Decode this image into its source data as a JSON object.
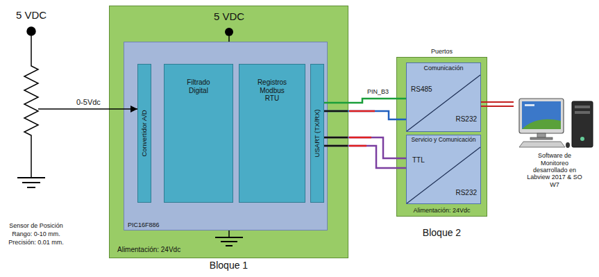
{
  "diagram": {
    "nodes": [
      {
        "text": [
          "Sensor de Posición",
          "Rango: 0-10 mm.",
          "Precisión: 0.01 mm."
        ]
      },
      {
        "text": [
          "Bloque 1",
          "Alimentación: 24Vdc"
        ]
      },
      {
        "text": [
          "PIC16F886"
        ],
        "in": 1
      },
      {
        "text": [
          "Convertidor A/D"
        ],
        "in": 2
      },
      {
        "text": [
          "Filtrado Digital"
        ],
        "in": 2
      },
      {
        "text": [
          "Registros Modbus RTU"
        ],
        "in": 2
      },
      {
        "text": [
          "USART (TX/RX)"
        ],
        "in": 2
      },
      {
        "text": [
          "Puertos",
          "Alimentación: 24Vdc",
          "Bloque 2"
        ]
      },
      {
        "text": [
          "Comunicación",
          "RS485",
          "RS232"
        ],
        "in": 7
      },
      {
        "text": [
          "Servicio y Comunicación",
          "TTL",
          "RS232"
        ],
        "in": 7
      },
      {
        "text": [
          "Software de Monitoreo desarrollado en Labview 2017 & SO W7"
        ]
      }
    ],
    "edges": [
      {
        "from": 0,
        "to": 3,
        "arrow": "to",
        "label": "0-5Vdc"
      },
      {
        "from": 6,
        "to": 8,
        "arrow": "none",
        "label": "PIN_B3"
      },
      {
        "from": 6,
        "to": 8,
        "arrow": "none"
      },
      {
        "from": 6,
        "to": 9,
        "arrow": "none"
      },
      {
        "from": 6,
        "to": 9,
        "arrow": "none"
      },
      {
        "from": 8,
        "to": 10,
        "arrow": "none"
      },
      {
        "from": 8,
        "to": 10,
        "arrow": "none"
      }
    ],
    "labels": [
      "5 VDC",
      "5 VDC"
    ]
  }
}
